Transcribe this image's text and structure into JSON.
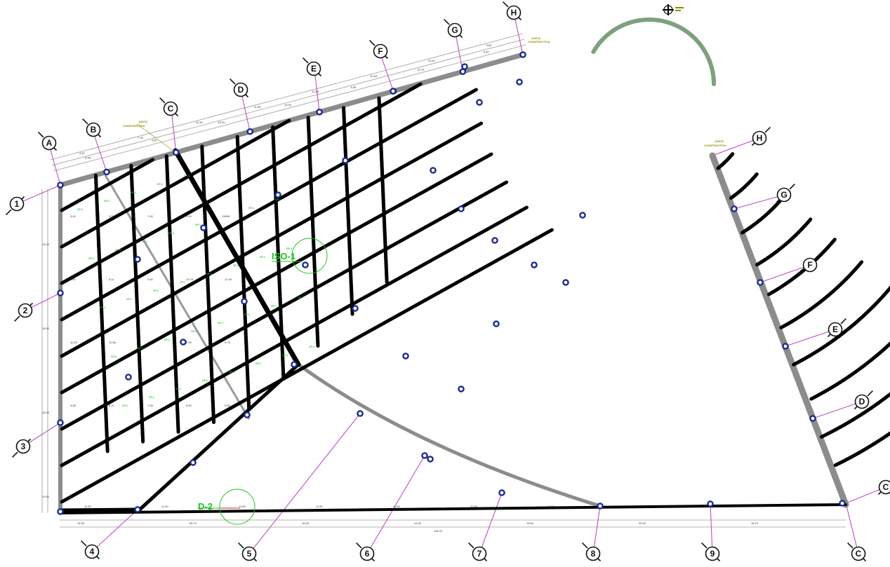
{
  "sheet": {
    "detail_marks": [
      {
        "id": "iso",
        "label": "ISO-1"
      },
      {
        "id": "d2",
        "label": "D-2"
      }
    ],
    "annotations": {
      "junta_1": [
        "JUNTA",
        "CONSTRUCTIVA"
      ],
      "junta_2": [
        "JUNTA",
        "CONSTRUCTIVA"
      ],
      "junta_3": [
        "JUNTA",
        "CONSTRUCTIVA"
      ]
    },
    "top_axes": [
      "A",
      "B",
      "C",
      "D",
      "E",
      "F",
      "G",
      "H"
    ],
    "right_axes": [
      "H",
      "G",
      "F",
      "E",
      "D",
      "C"
    ],
    "left_axes": [
      "1",
      "2",
      "3"
    ],
    "bottom_axes": [
      "4",
      "5",
      "6",
      "7",
      "8",
      "9",
      "C"
    ],
    "dimensions": {
      "top_row": [
        "8.97",
        "7.00",
        "11.50",
        "11.60",
        "11.60",
        "10.54",
        "11.00",
        "9.60"
      ],
      "top_row_2": [
        "6.06",
        "9.00",
        "10.00",
        "10.00",
        "9.36",
        "10.14",
        "9.00"
      ],
      "left_col": [
        "14.00",
        "15.50",
        "45.00",
        "10.50"
      ],
      "bottom_row": [
        "15.30",
        "65.70",
        "18.30",
        "14.30",
        "15.60",
        "30.94",
        "18.70"
      ],
      "bottom_total": "115.00",
      "bottom_lengths": [
        "11.90",
        "11.60",
        "11.60",
        "11.60",
        "11.60",
        "11.60",
        "11.60"
      ],
      "interior": [
        "4.00",
        "3.50",
        "7.00",
        "6.00",
        "4.50",
        "5.40",
        "6.11",
        "9.60",
        "13.70",
        "12.49",
        "11.28",
        "10.65",
        "10.17",
        "7.05",
        "5.75",
        "4.95",
        "6.21",
        "7.26",
        "8.50",
        "9.60"
      ]
    },
    "beam_tag": "CP-1",
    "colors": {
      "beams": "#000000",
      "walls": "#8c8c8c",
      "gridlines": "#c24dc7",
      "labels": "#1fc21f",
      "annotations": "#8a8a00",
      "columns": "#1a2a8a",
      "arc_band": "#6a8f6a"
    }
  }
}
